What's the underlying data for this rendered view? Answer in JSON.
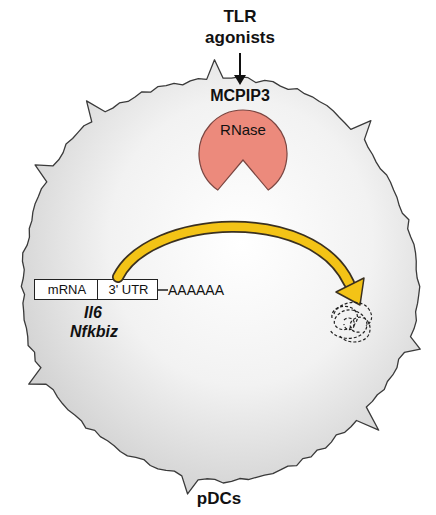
{
  "diagram": {
    "nodes": [
      {
        "text": [
          "pDCs"
        ]
      },
      {
        "text": [
          "RNase"
        ],
        "in": 0
      },
      {
        "text": [
          "mRNA"
        ],
        "in": 0
      },
      {
        "text": [
          "3' UTR"
        ],
        "in": 0
      }
    ],
    "labels": [
      "TLR agonists",
      "MCPIP3",
      "AAAAAA",
      "Il6",
      "Nfkbiz"
    ]
  }
}
